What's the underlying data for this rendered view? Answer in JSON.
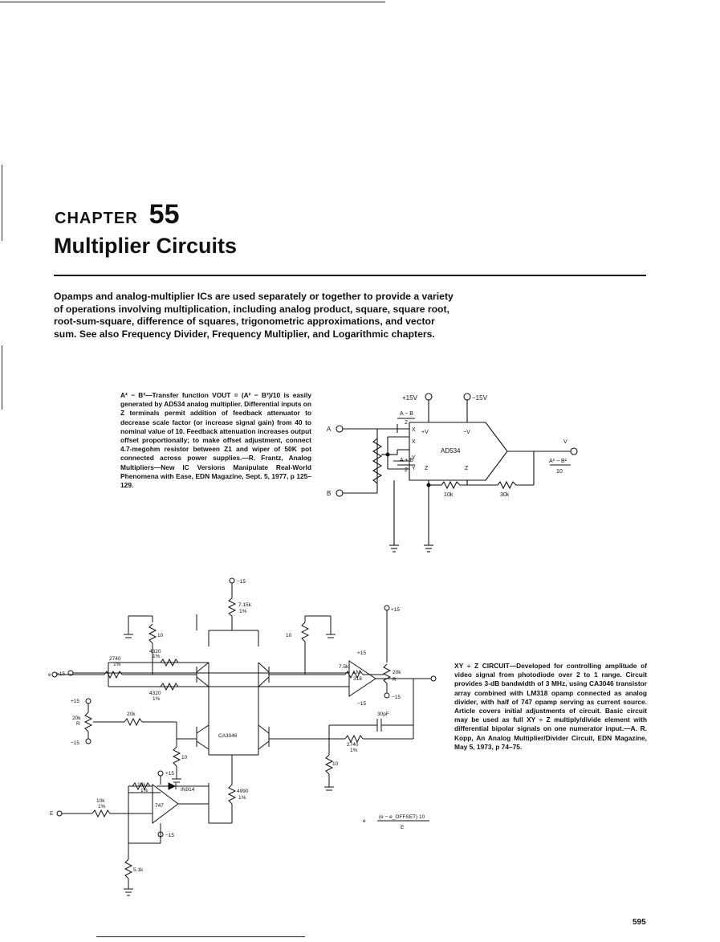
{
  "chapter": {
    "label": "CHAPTER",
    "number": "55",
    "title": "Multiplier Circuits"
  },
  "intro": "Opamps and analog-multiplier ICs are used separately or together to provide a variety of operations involving multiplication, including analog product, square, square root, root-sum-square, difference of squares, trigonometric approximations, and vector sum. See also Frequency Divider, Frequency Multiplier, and Logarithmic chapters.",
  "circuit1": {
    "caption": "A² − B²—Transfer function VOUT = (A² − B²)/10 is easily generated by AD534 analog multiplier. Differential inputs on Z terminals permit addition of feedback attenuator to decrease scale factor (or increase signal gain) from 40 to nominal value of 10. Feedback attenuation increases output offset proportionally; to make offset adjustment, connect 4.7-megohm resistor between Z1 and wiper of 50K pot connected across power supplies.—R. Frantz, Analog Multipliers—New IC Versions Manipulate Real-World Phenomena with Ease, EDN Magazine, Sept. 5, 1977, p 125–129.",
    "labels": {
      "plus15v": "+15V",
      "minus15v": "−15V",
      "a_minus_b_num": "A − B",
      "a_minus_b_den": "2",
      "a_plus_b_num": "A + B",
      "a_plus_b_den": "2",
      "input_a": "A",
      "input_b": "B",
      "x1": "X",
      "x2": "X",
      "y1": "Y",
      "y2": "Y",
      "z2": "Z",
      "z1": "Z",
      "pvs": "+V",
      "mvs": "−V",
      "chip": "AD534",
      "vout": "V",
      "out_num": "A² − B²",
      "out_den": "10",
      "r10k": "10k",
      "r30k": "30k"
    }
  },
  "circuit2": {
    "caption": "XY ÷ Z CIRCUIT—Developed for controlling amplitude of video signal from photodiode over 2 to 1 range. Circuit provides 3-dB bandwidth of 3 MHz, using CA3046 transistor array combined with LM318 opamp connected as analog divider, with half of 747 opamp serving as current source. Article covers initial adjustments of circuit. Basic circuit may be used as full XY ÷ Z multiply/divide element with differential bipolar signals on one numerator input.—A. R. Kopp, An Analog Multiplier/Divider Circuit, EDN Magazine, May 5, 1973, p 74–75.",
    "labels": {
      "top_supply": "−15",
      "r715k": "7.15k",
      "r715k_tol": "1%",
      "r10_a": "10",
      "r10_b": "10",
      "r10_c": "10",
      "r10_d": "10",
      "r2740_a": "2740",
      "r2740_a_tol": "1%",
      "e1": "e",
      "r75k": "7.5k",
      "p15_a": "+15",
      "r20k_a": "20k",
      "r2_label": "R",
      "m15_a": "−15",
      "r4320_a": "4320",
      "r4320_a_tol": "1%",
      "p15_b": "+15",
      "plus15_in": "+15",
      "lm318_a": "LM",
      "lm318_b": "318",
      "r4320_b": "4320",
      "r4320_b_tol": "1%",
      "m15_b": "−15",
      "p15_c": "+15",
      "r20k_b": "20k",
      "r1_label": "R",
      "r20k_c": "20k",
      "m15_c": "−15",
      "c30pf": "30pF",
      "ca3046": "CA3046",
      "r2740_b": "2740",
      "r2740_b_tol": "1%",
      "r10k": "10k",
      "r10k_tol": "1%",
      "in914": "IN914",
      "r10k_b": "10k",
      "r10k_b_tol": "1%",
      "p15_d": "+15",
      "r4990": "4990",
      "r4990_tol": "1%",
      "e3": "E",
      "op747": "747",
      "m15_d": "−15",
      "r51k": "5.1k",
      "eq_lhs": "e",
      "eq_num": "(e − e_OFFSET) 10",
      "eq_den": "E"
    }
  },
  "page_number": "595"
}
